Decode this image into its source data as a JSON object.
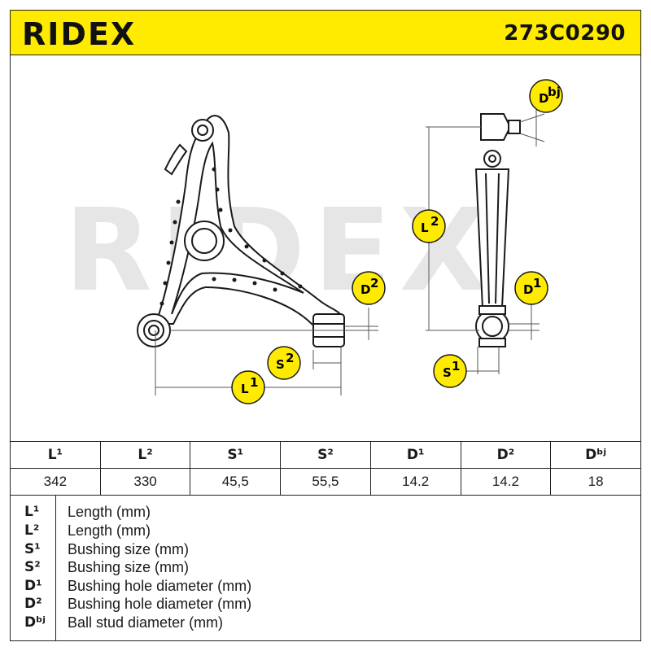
{
  "header": {
    "brand": "RIDEX",
    "part_number": "273C0290"
  },
  "callouts": {
    "dbj": "D",
    "dbj_sup": "bj",
    "l2": "L",
    "l2_sup": "2",
    "d2": "D",
    "d2_sup": "2",
    "d1": "D",
    "d1_sup": "1",
    "s2": "S",
    "s2_sup": "2",
    "l1": "L",
    "l1_sup": "1",
    "s1": "S",
    "s1_sup": "1"
  },
  "table": {
    "headers": [
      "L¹",
      "L²",
      "S¹",
      "S²",
      "D¹",
      "D²",
      "Dᵇʲ"
    ],
    "values": [
      "342",
      "330",
      "45,5",
      "55,5",
      "14.2",
      "14.2",
      "18"
    ]
  },
  "legend": [
    {
      "symbol": "L¹",
      "description": "Length (mm)"
    },
    {
      "symbol": "L²",
      "description": "Length (mm)"
    },
    {
      "symbol": "S¹",
      "description": "Bushing size (mm)"
    },
    {
      "symbol": "S²",
      "description": "Bushing size (mm)"
    },
    {
      "symbol": "D¹",
      "description": "Bushing hole diameter (mm)"
    },
    {
      "symbol": "D²",
      "description": "Bushing hole diameter (mm)"
    },
    {
      "symbol": "Dᵇʲ",
      "description": "Ball stud diameter (mm)"
    }
  ],
  "colors": {
    "brand_yellow": "#ffeb00",
    "outline": "#222222",
    "watermark": "#e6e6e6"
  }
}
